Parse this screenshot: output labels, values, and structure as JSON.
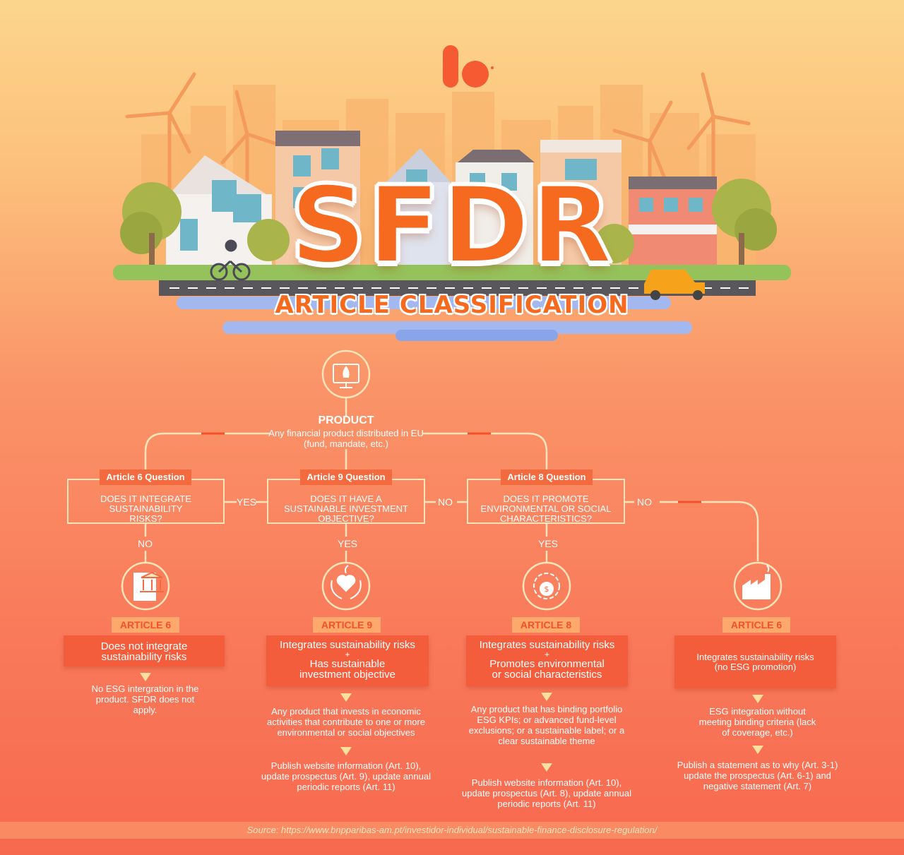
{
  "header": {
    "title": "SFDR",
    "subtitle": "ARTICLE CLASSIFICATION"
  },
  "product": {
    "title": "PRODUCT",
    "description": "Any financial product distributed in EU (fund, mandate, etc.)"
  },
  "questions": [
    {
      "tag": "Article 6 Question",
      "text": "DOES IT INTEGRATE SUSTAINABILITY RISKS?"
    },
    {
      "tag": "Article 9 Question",
      "text": "DOES IT HAVE A SUSTAINABLE INVESTMENT OBJECTIVE?"
    },
    {
      "tag": "Article 8 Question",
      "text": "DOES IT PROMOTE ENVIRONMENTAL OR SOCIAL CHARACTERISTICS?"
    }
  ],
  "connectors": {
    "yes": "YES",
    "no": "NO"
  },
  "outcomes": [
    {
      "tag": "ARTICLE 6",
      "icon": "bank-document-icon",
      "box_line1": "Does not integrate",
      "box_line2": "sustainability risks",
      "desc1": "No ESG intergration in the product. SFDR does not apply."
    },
    {
      "tag": "ARTICLE 9",
      "icon": "heart-hands-icon",
      "box_line1": "Integrates sustainability risks",
      "plus": "+",
      "box_line2": "Has sustainable",
      "box_line3": "investment objective",
      "desc1": "Any product that invests in economic activities that contribute to one or more environmental or social objectives",
      "desc2": "Publish website information (Art. 10), update prospectus (Art. 9), update annual periodic reports (Art. 11)"
    },
    {
      "tag": "ARTICLE 8",
      "icon": "money-gear-icon",
      "box_line1": "Integrates sustainability risks",
      "plus": "+",
      "box_line2": "Promotes environmental",
      "box_line3": "or social characteristics",
      "desc1": "Any product that has binding portfolio ESG KPIs; or advanced fund-level exclusions; or a sustainable label; or a clear sustainable theme",
      "desc2": "Publish website information (Art. 10), update prospectus (Art. 8), update annual periodic reports (Art. 11)"
    },
    {
      "tag": "ARTICLE 6",
      "icon": "factory-icon",
      "box_line1": "Integrates sustainability risks",
      "box_line2": "(no ESG promotion)",
      "desc1": "ESG integration without meeting binding criteria (lack of coverage, etc.)",
      "desc2": "Publish a statement as to why (Art. 3-1) update the prospectus (Art. 6-1) and negative statement (Art. 7)"
    }
  ],
  "source": "Source: https://www.bnpparibas-am.pt/investidor-individual/sustainable-finance-disclosure-regulation/",
  "colors": {
    "accent": "#f56a1e",
    "box": "#f45d3b",
    "line": "#fde5b9"
  }
}
